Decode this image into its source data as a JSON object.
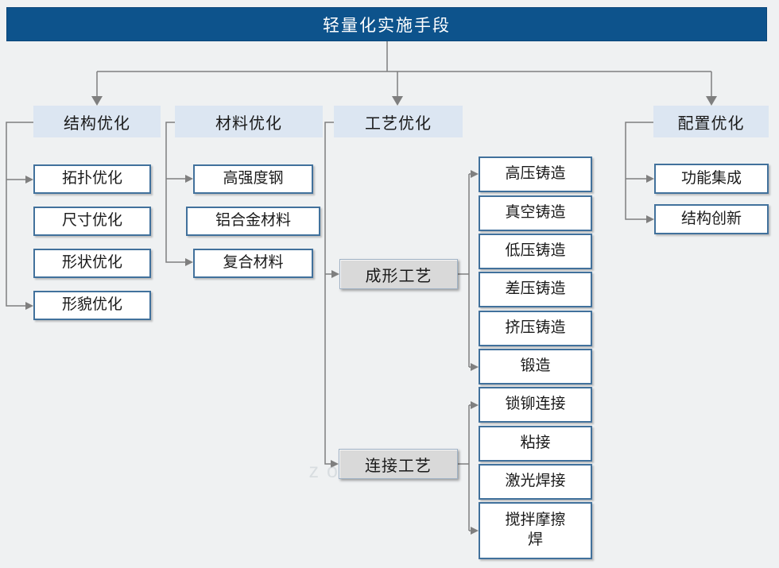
{
  "title": "轻量化实施手段",
  "watermark": "zoc com",
  "colors": {
    "title_bar": "#0d538c",
    "branch_header_fill": "#dce6f2",
    "leaf_border": "#41719c",
    "subgroup_fill": "#d9d9d9",
    "connector_line": "#7f7f7f",
    "background": "#eff1f2",
    "title_text": "#ffffff",
    "node_text": "#1a1a1a"
  },
  "branches": {
    "structure": {
      "label": "结构优化",
      "children": [
        "拓扑优化",
        "尺寸优化",
        "形状优化",
        "形貌优化"
      ]
    },
    "material": {
      "label": "材料优化",
      "children": [
        "高强度钢",
        "铝合金材料",
        "复合材料"
      ]
    },
    "process": {
      "label": "工艺优化",
      "subgroups": [
        {
          "label": "成形工艺",
          "children": [
            "高压铸造",
            "真空铸造",
            "低压铸造",
            "差压铸造",
            "挤压铸造",
            "锻造"
          ]
        },
        {
          "label": "连接工艺",
          "children": [
            "锁铆连接",
            "粘接",
            "激光焊接",
            "搅拌摩擦\n焊"
          ]
        }
      ]
    },
    "config": {
      "label": "配置优化",
      "children": [
        "功能集成",
        "结构创新"
      ]
    }
  }
}
